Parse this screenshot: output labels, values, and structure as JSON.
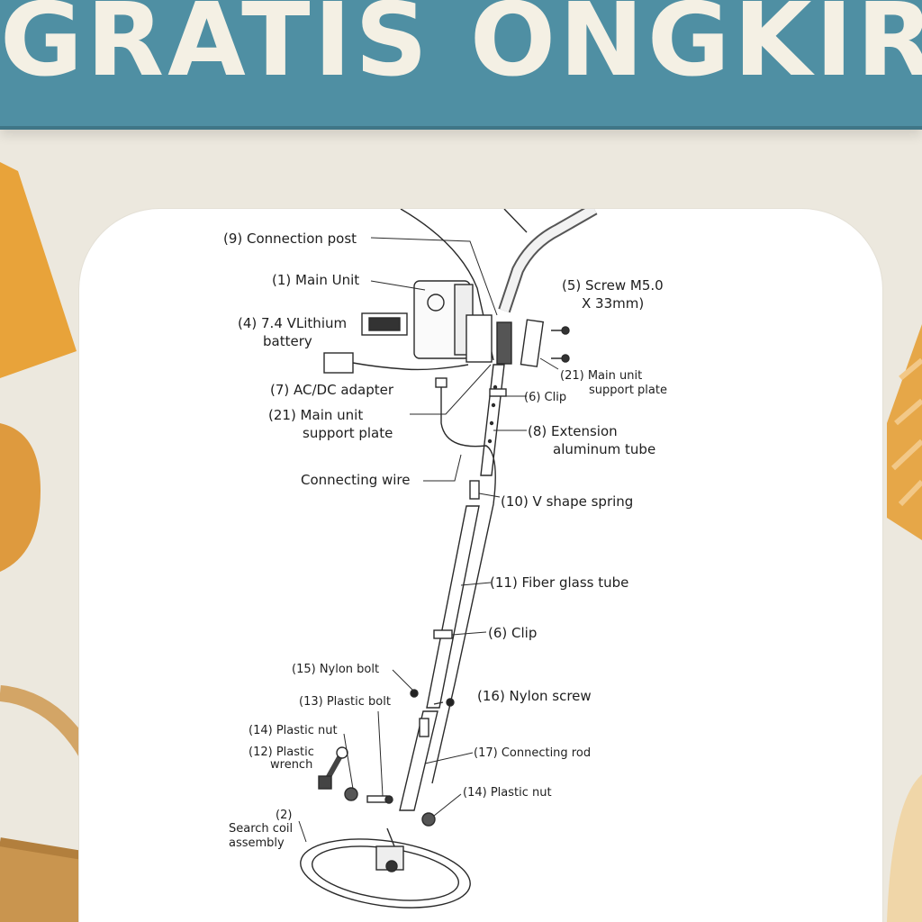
{
  "banner": {
    "title": "GRATIS ONGKIR"
  },
  "colors": {
    "banner": "#4f8fa3",
    "banner_text": "#f4f0e4",
    "lamp": "#e8a33a",
    "basket": "#d3a566",
    "card": "#ffffff"
  },
  "labels": {
    "connection_post": "(9) Connection post",
    "main_unit": "(1) Main Unit",
    "battery_1": "(4) 7.4 VLithium",
    "battery_2": "battery",
    "adapter": "(7) AC/DC adapter",
    "support_left_1": "(21) Main unit",
    "support_left_2": "support plate",
    "connecting_wire": "Connecting wire",
    "screw_1": "(5) Screw M5.0",
    "screw_2": "X 33mm)",
    "support_right_1": "(21) Main unit",
    "support_right_2": "support plate",
    "clip_top": "(6) Clip",
    "extension_1": "(8) Extension",
    "extension_2": "aluminum tube",
    "spring": "(10) V shape spring",
    "fiber": "(11) Fiber glass tube",
    "clip_mid": "(6) Clip",
    "nylon_bolt": "(15) Nylon bolt",
    "plastic_bolt": "(13) Plastic bolt",
    "nylon_screw": "(16) Nylon screw",
    "plastic_nut_left": "(14) Plastic nut",
    "wrench_1": "(12) Plastic",
    "wrench_2": "wrench",
    "connecting_rod": "(17) Connecting rod",
    "plastic_nut_right": "(14) Plastic nut",
    "coil_1": "(2)",
    "coil_2": "Search coil",
    "coil_3": "assembly"
  }
}
